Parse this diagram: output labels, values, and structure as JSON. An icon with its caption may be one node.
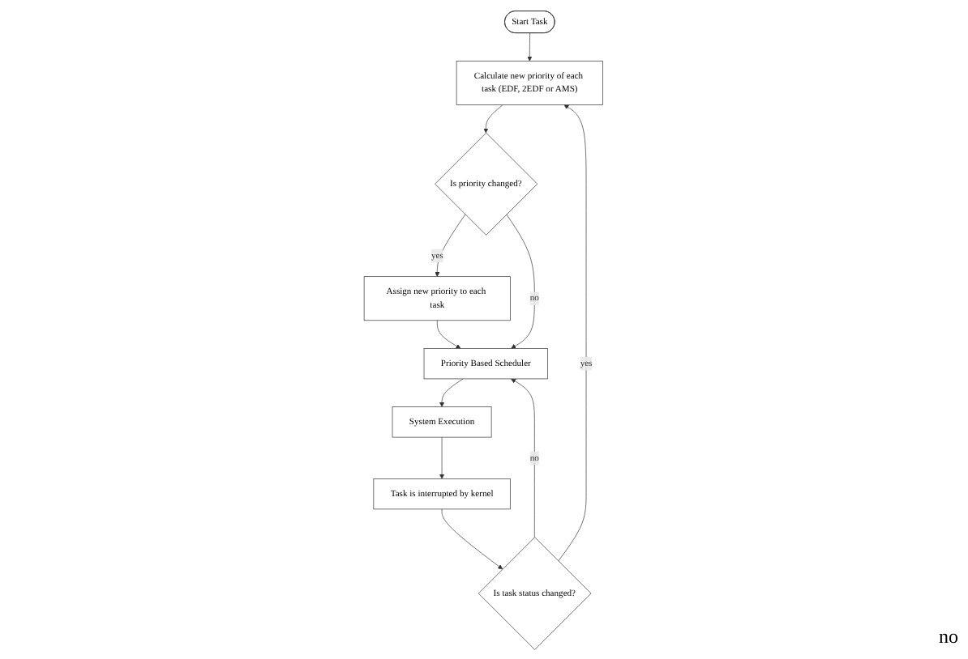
{
  "diagram": {
    "nodes": [
      {
        "text": [
          "Start Task"
        ]
      },
      {
        "text": [
          "Calculate new priority of each task (EDF, 2EDF or AMS)"
        ]
      },
      {
        "text": [
          "Is priority changed?"
        ]
      },
      {
        "text": [
          "Assign new priority to each task"
        ]
      },
      {
        "text": [
          "Priority Based Scheduler"
        ]
      },
      {
        "text": [
          "System Execution"
        ]
      },
      {
        "text": [
          "Task is interrupted by kernel"
        ]
      },
      {
        "text": [
          "Is task status changed?"
        ]
      }
    ],
    "edges": [
      {
        "from": 0,
        "to": 1,
        "arrow": "to"
      },
      {
        "from": 1,
        "to": 2,
        "arrow": "to"
      },
      {
        "from": 2,
        "to": 3,
        "label": "yes",
        "arrow": "to"
      },
      {
        "from": 2,
        "to": 4,
        "label": "no",
        "arrow": "to"
      },
      {
        "from": 3,
        "to": 4,
        "arrow": "to"
      },
      {
        "from": 4,
        "to": 5,
        "arrow": "to"
      },
      {
        "from": 5,
        "to": 6,
        "arrow": "to"
      },
      {
        "from": 6,
        "to": 7,
        "arrow": "to"
      },
      {
        "from": 7,
        "to": 1,
        "label": "yes",
        "arrow": "to"
      },
      {
        "from": 7,
        "to": 4,
        "label": "no",
        "arrow": "to"
      }
    ],
    "labels": [
      "no"
    ]
  }
}
